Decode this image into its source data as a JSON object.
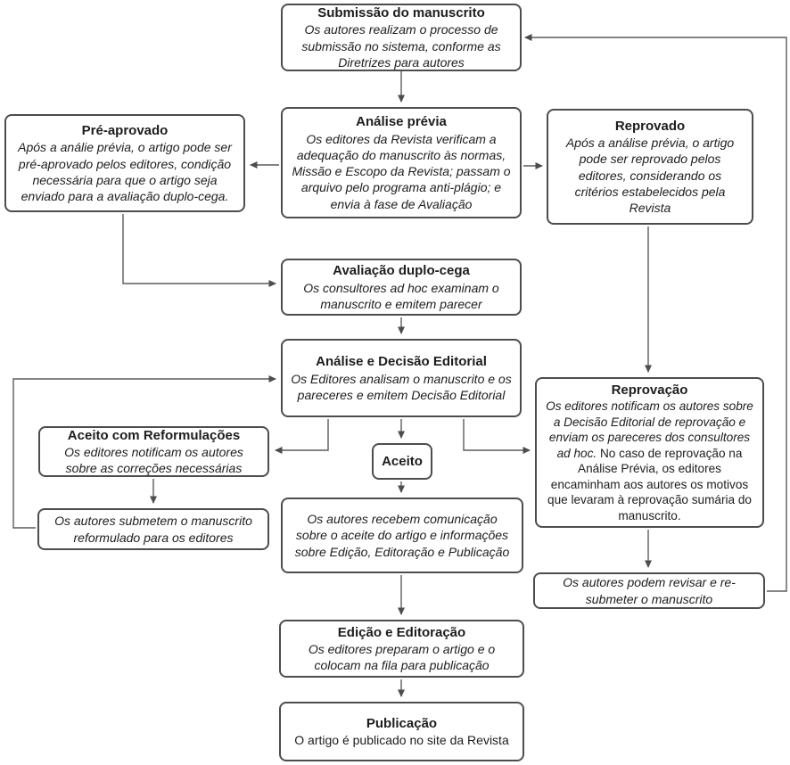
{
  "colors": {
    "background": "#ffffff",
    "box_border": "#4d4d4d",
    "connector": "#5c5c5c",
    "arrowhead": "#4d4d4d",
    "text": "#1d1d1d"
  },
  "nodes": {
    "submissao": {
      "title": "Submissão do manuscrito",
      "body": "Os autores realizam o processo de submissão no sistema, conforme as Diretrizes para autores"
    },
    "analise_previa": {
      "title": "Análise prévia",
      "body": "Os editores da Revista verificam a adequação do manuscrito às normas, Missão e Escopo da Revista; passam o arquivo pelo programa anti-plágio; e envia à fase de Avaliação"
    },
    "pre_aprovado": {
      "title": "Pré-aprovado",
      "body": "Após a análie prévia, o artigo pode ser pré-aprovado pelos editores, condição necessária para que o artigo seja enviado para a avaliação duplo-cega."
    },
    "reprovado": {
      "title": "Reprovado",
      "body": "Após a análise prévia, o artigo pode ser reprovado pelos editores, considerando os critérios estabelecidos pela Revista"
    },
    "avaliacao": {
      "title": "Avaliação duplo-cega",
      "body": "Os consultores ad hoc examinam o manuscrito e emitem parecer"
    },
    "analise_decisao": {
      "title": "Análise e Decisão Editorial",
      "body": "Os Editores analisam o manuscrito e os pareceres e emitem Decisão Editorial"
    },
    "reprovacao": {
      "title": "Reprovação",
      "body_italic": "Os editores notificam os autores sobre a Decisão Editorial de reprovação e enviam os pareceres dos consultores ad hoc.",
      "body_regular": " No caso de reprovação na Análise Prévia, os editores encaminham aos autores os motivos que levaram à reprovação sumária do manuscrito."
    },
    "aceito_reformulacoes": {
      "title": "Aceito com Reformulações",
      "body": "Os editores notificam os autores sobre as correções necessárias"
    },
    "autores_submetem": {
      "body": "Os autores submetem o manuscrito reformulado para os editores"
    },
    "aceito": {
      "title": "Aceito"
    },
    "comunicacao": {
      "body": "Os autores recebem comunicação sobre o aceite do artigo e informações sobre Edição, Editoração e Publicação"
    },
    "autores_revisar": {
      "body": "Os autores podem revisar e re-submeter o manuscrito"
    },
    "edicao": {
      "title": "Edição e Editoração",
      "body": "Os editores preparam o artigo e o colocam na fila para publicação"
    },
    "publicacao": {
      "title": "Publicação",
      "body": "O artigo é publicado no site da Revista"
    }
  }
}
